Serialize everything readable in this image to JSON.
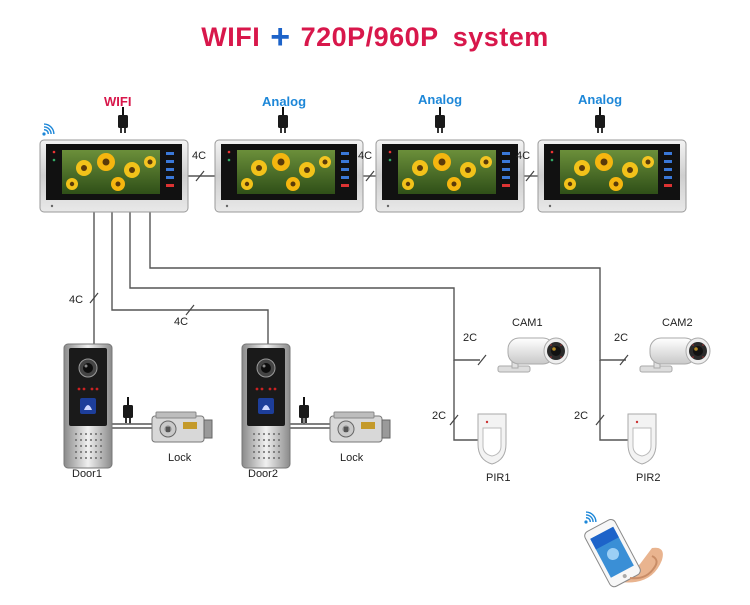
{
  "title": {
    "part1": "WIFI",
    "plus": "+",
    "part2": "720P/960P",
    "part3": "system"
  },
  "monitors": [
    {
      "label": "WIFI",
      "label_color": "#d8174b"
    },
    {
      "label": "Analog",
      "label_color": "#1d87d8"
    },
    {
      "label": "Analog",
      "label_color": "#1d87d8"
    },
    {
      "label": "Analog",
      "label_color": "#1d87d8"
    }
  ],
  "wires": {
    "monitor_links": [
      "4C",
      "4C",
      "4C"
    ],
    "door1": "4C",
    "door2": "4C",
    "cam1": "2C",
    "pir1": "2C",
    "cam2": "2C",
    "pir2": "2C"
  },
  "devices": {
    "door1": "Door1",
    "lock1": "Lock",
    "door2": "Door2",
    "lock2": "Lock",
    "cam1": "CAM1",
    "pir1": "PIR1",
    "cam2": "CAM2",
    "pir2": "PIR2"
  },
  "icons": [
    "wifi-icon",
    "power-adapter-icon",
    "smartphone-icon",
    "camera-icon",
    "pir-sensor-icon",
    "lock-icon",
    "doorbell-icon"
  ],
  "colors": {
    "title_red": "#d8174b",
    "plus_blue": "#1d63c9",
    "analog_blue": "#1d87d8",
    "wire": "#555555"
  }
}
